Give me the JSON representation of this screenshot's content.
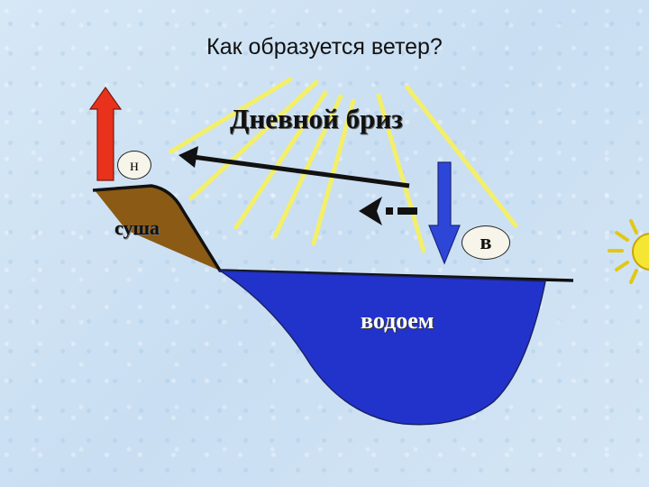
{
  "slide": {
    "title": "Как образуется ветер?",
    "subtitle": "Дневной бриз"
  },
  "labels": {
    "land": "суша",
    "water": "водоем",
    "low_pressure": "н",
    "high_pressure": "в"
  },
  "colors": {
    "background": "#cfe3f4",
    "land": "#8b5a14",
    "water": "#2233cc",
    "sun_rays": "#f3ef6a",
    "sun": "#f6e634",
    "rising_air_arrow": "#e8321c",
    "sinking_air_arrow": "#2e46d8",
    "wind_arrow": "#111111"
  },
  "icons": {
    "sun": "sun-icon",
    "rising_air": "arrow-up-icon",
    "sinking_air": "arrow-down-icon",
    "upper_flow": "arrow-left-icon",
    "surface_breeze": "dashed-arrow-left-icon"
  }
}
